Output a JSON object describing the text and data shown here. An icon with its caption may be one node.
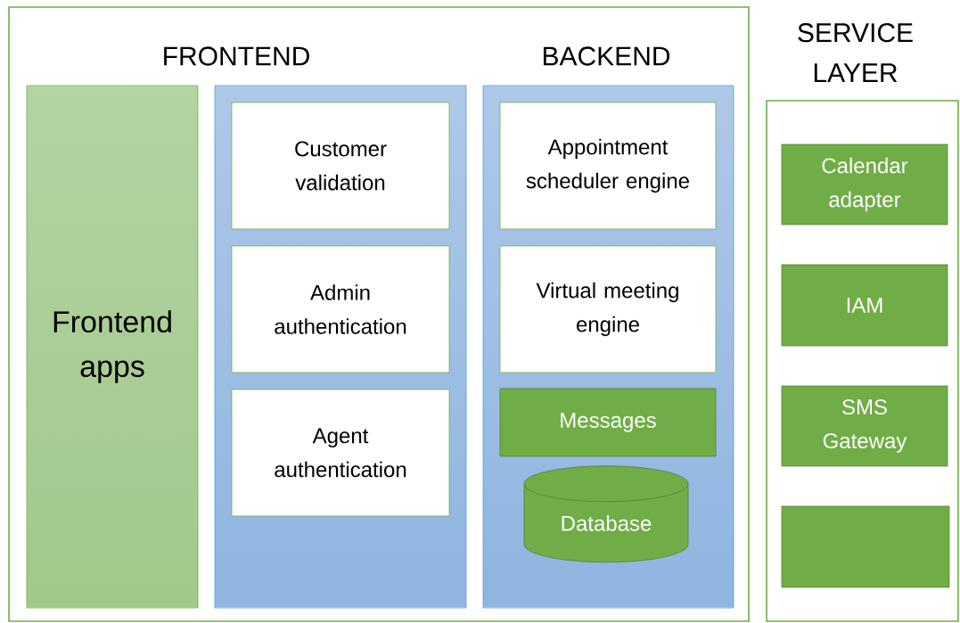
{
  "diagram": {
    "nodes": [
      {
        "text": [],
        "shape": "box"
      },
      {
        "text": [
          "Frontend apps"
        ],
        "in": 0
      },
      {
        "text": [],
        "shape": "box",
        "in": 0
      },
      {
        "text": [
          "Customer validation"
        ],
        "in": 2
      },
      {
        "text": [
          "Admin authentication"
        ],
        "in": 2
      },
      {
        "text": [
          "Agent authentication"
        ],
        "in": 2
      },
      {
        "text": [],
        "shape": "box",
        "in": 0
      },
      {
        "text": [
          "Appointment scheduler engine"
        ],
        "in": 6
      },
      {
        "text": [
          "Virtual meeting engine"
        ],
        "in": 6
      },
      {
        "text": [
          "Messages"
        ],
        "in": 6
      },
      {
        "text": [
          "Database"
        ],
        "in": 6
      },
      {
        "text": [
          "SERVICE LAYER"
        ]
      },
      {
        "text": [
          "Calendar adapter"
        ],
        "in": 11
      },
      {
        "text": [
          "IAM"
        ],
        "in": 11
      },
      {
        "text": [
          "SMS Gateway"
        ],
        "in": 11
      },
      {
        "text": [],
        "shape": "box",
        "in": 11
      }
    ],
    "labels": [
      "FRONTEND",
      "BACKEND"
    ]
  }
}
